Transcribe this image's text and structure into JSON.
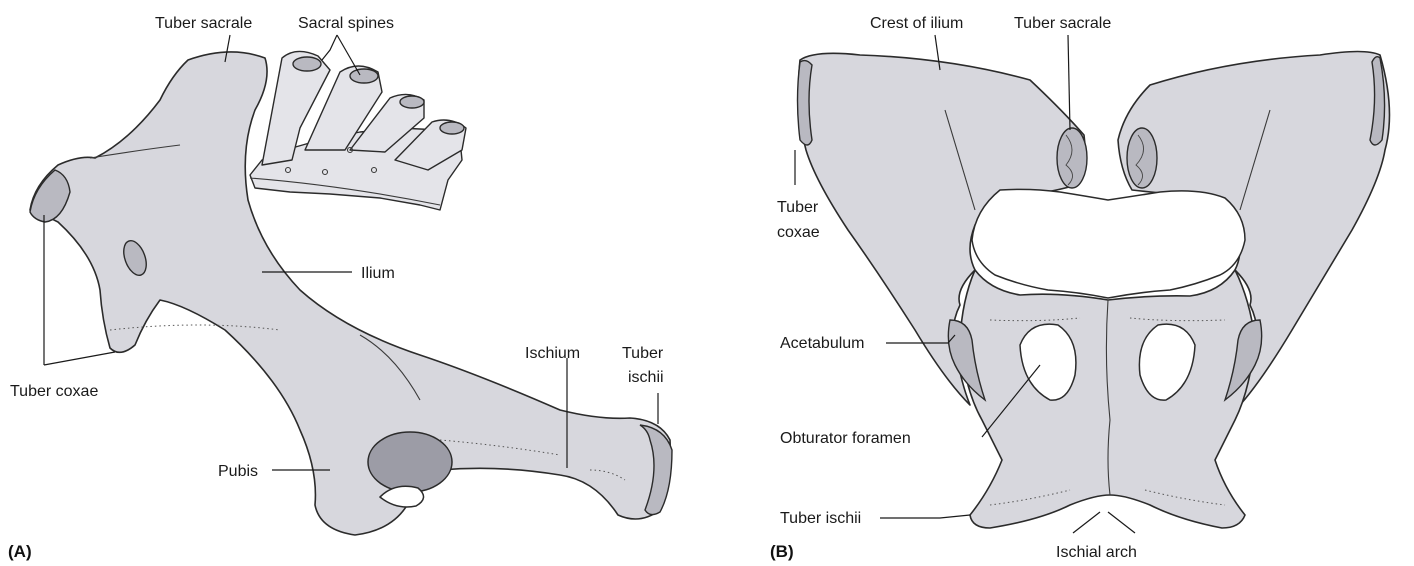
{
  "panel_a": {
    "panel_label": "(A)",
    "labels": {
      "tuber_sacrale": "Tuber sacrale",
      "sacral_spines": "Sacral spines",
      "ilium": "Ilium",
      "ischium": "Ischium",
      "tuber_ischii_line1": "Tuber",
      "tuber_ischii_line2": "ischii",
      "tuber_coxae": "Tuber coxae",
      "pubis": "Pubis"
    }
  },
  "panel_b": {
    "panel_label": "(B)",
    "labels": {
      "crest_of_ilium": "Crest of ilium",
      "tuber_sacrale": "Tuber sacrale",
      "tuber_coxae_line1": "Tuber",
      "tuber_coxae_line2": "coxae",
      "acetabulum": "Acetabulum",
      "obturator_foramen": "Obturator foramen",
      "tuber_ischii": "Tuber ischii",
      "ischial_arch": "Ischial arch"
    }
  },
  "colors": {
    "bone_fill": "#d7d7dd",
    "outline": "#2b2b2b",
    "background": "#ffffff"
  }
}
